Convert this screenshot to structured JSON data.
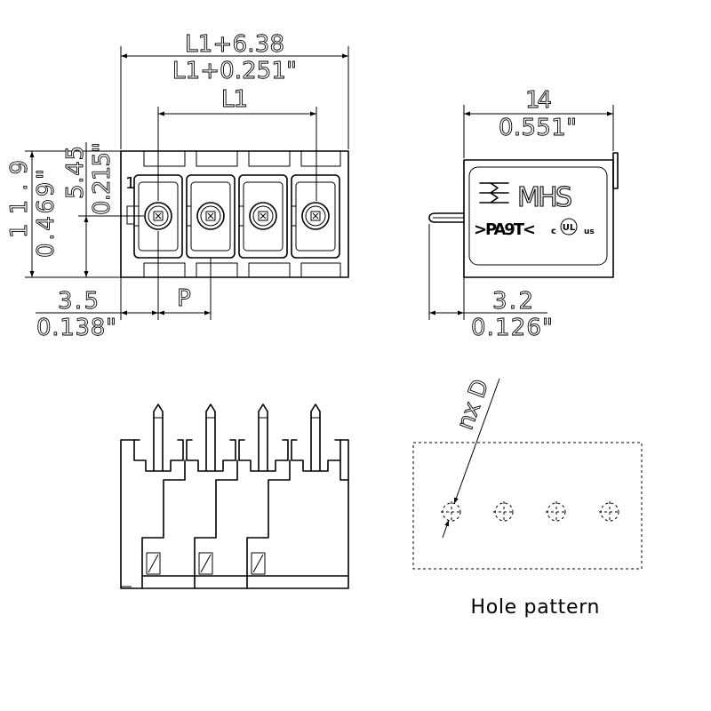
{
  "front_view": {
    "overall_length_mm": "L1+6.38",
    "overall_length_in": "L1+0.251\"",
    "pitch_span": "L1",
    "height_mm": "11.9",
    "height_in": "0.469\"",
    "center_height_mm": "5.45",
    "center_height_in": "0.215\"",
    "pin1_label": "1",
    "edge_offset_mm": "3.5",
    "edge_offset_in": "0.138\"",
    "pitch_label": "P"
  },
  "side_view": {
    "depth_mm": "14",
    "depth_in": "0.551\"",
    "pin_length_mm": "3.2",
    "pin_length_in": "0.126\"",
    "brand": "MHS",
    "material": ">PA9T<",
    "cert_logo": {
      "c": "c",
      "ul": "UL",
      "us": "us"
    }
  },
  "hole_pattern": {
    "diameter_label": "nx D",
    "caption": "Hole pattern"
  },
  "icons": [
    "mhs-logo-icon",
    "ul-cert-icon"
  ],
  "colors": {
    "ink": "#000000",
    "background": "#ffffff"
  }
}
